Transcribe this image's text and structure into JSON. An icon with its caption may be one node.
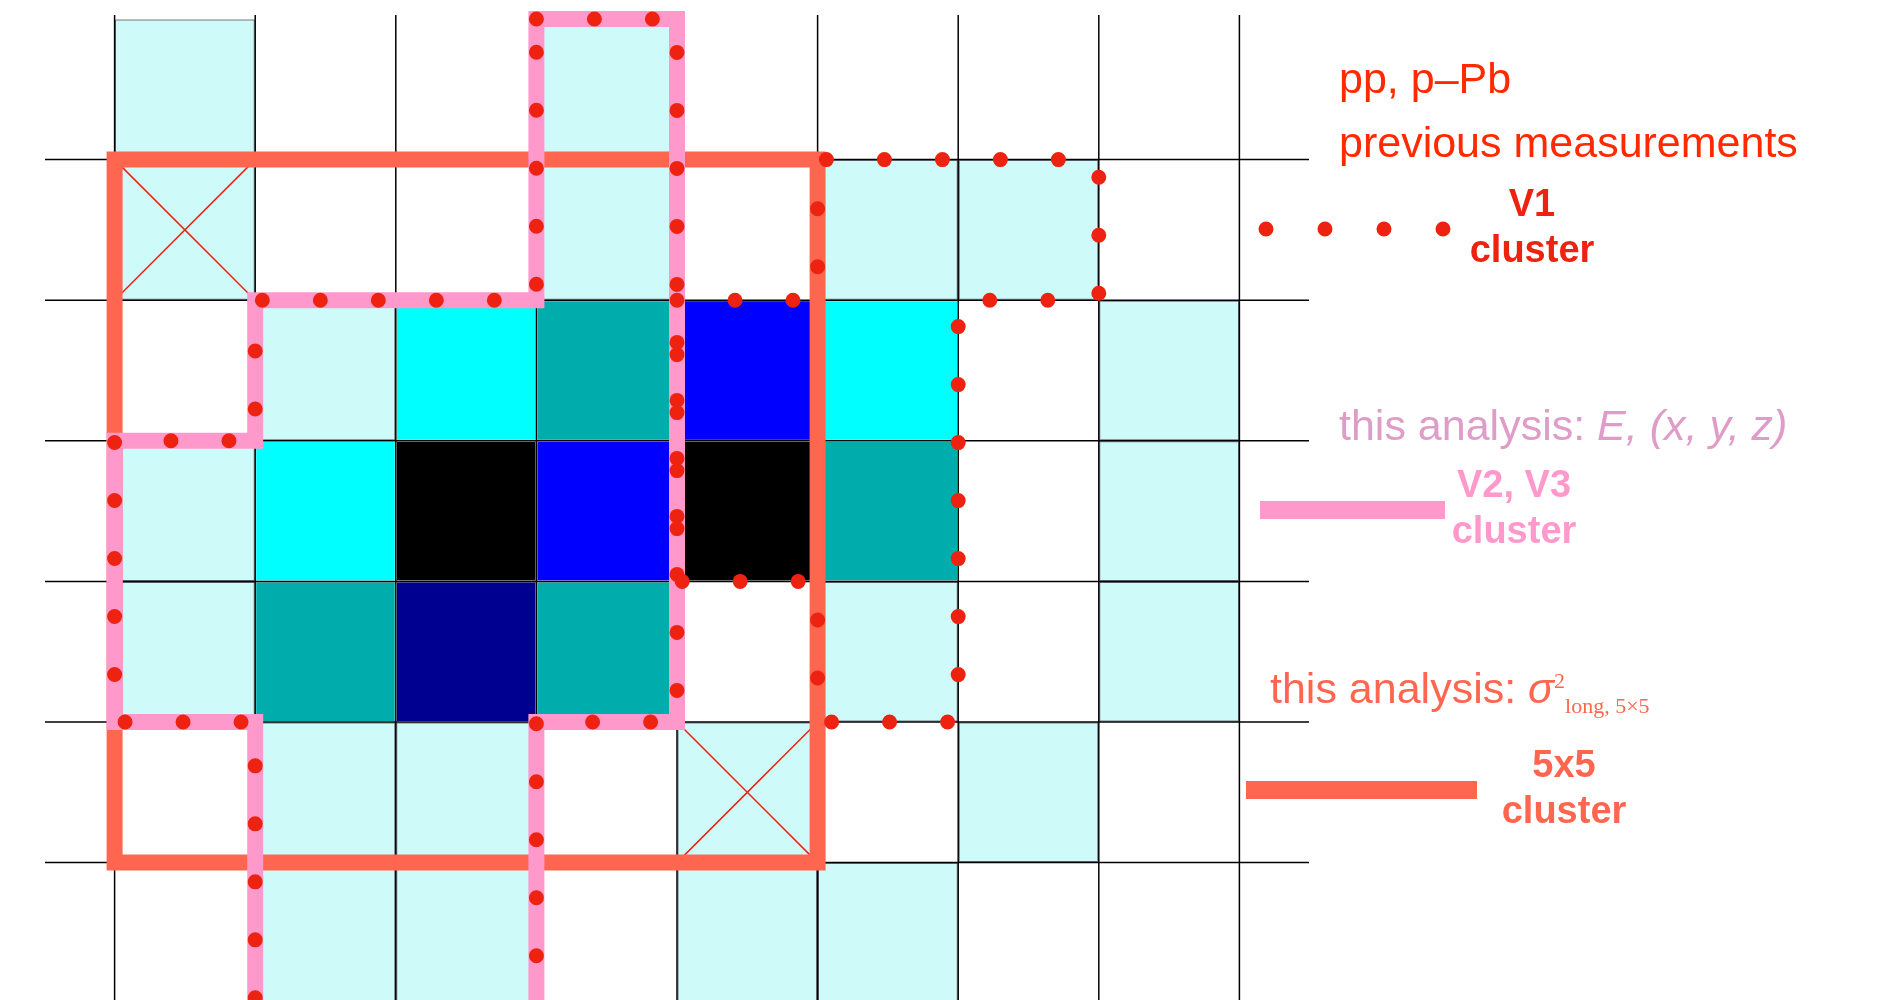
{
  "diagram": {
    "labels": [
      "pp, p–Pb",
      "previous measurements",
      "this analysis: *E, (x, y, z)*",
      "this analysis: *σ*$^{2}$$_{long, 5×5}$"
    ],
    "legend": [
      {
        "text": "V1 cluster"
      },
      {
        "text": "V2, V3 cluster"
      },
      {
        "text": "5x5 cluster"
      }
    ]
  }
}
